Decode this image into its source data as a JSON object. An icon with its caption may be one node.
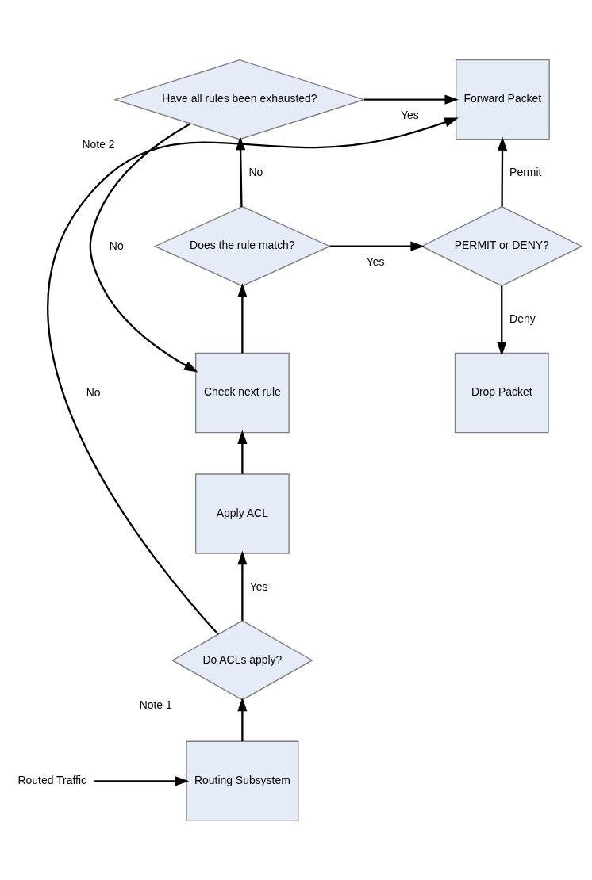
{
  "diagram": {
    "nodes": [
      {
        "text": [
          "Have all rules been exhausted?"
        ],
        "beside": [
          "Note 2"
        ]
      },
      {
        "text": [
          "Forward Packet"
        ]
      },
      {
        "text": [
          "Does the rule match?"
        ]
      },
      {
        "text": [
          "PERMIT or DENY?"
        ]
      },
      {
        "text": [
          "Check next rule"
        ]
      },
      {
        "text": [
          "Drop Packet"
        ]
      },
      {
        "text": [
          "Apply ACL"
        ]
      },
      {
        "text": [
          "Do ACLs apply?"
        ],
        "beside": [
          "Note 1"
        ]
      },
      {
        "text": [
          "Routing Subsystem"
        ]
      },
      {
        "text": [
          "Routed Traffic"
        ]
      }
    ],
    "edges": [
      {
        "from": 0,
        "to": 4,
        "arrow": "to",
        "label": "No"
      },
      {
        "from": 0,
        "to": 1,
        "arrow": "to",
        "label": "Yes"
      },
      {
        "from": 2,
        "to": 0,
        "arrow": "to",
        "label": "No"
      },
      {
        "from": 2,
        "to": 3,
        "arrow": "to",
        "label": "Yes"
      },
      {
        "from": 3,
        "to": 1,
        "arrow": "to",
        "label": "Permit"
      },
      {
        "from": 3,
        "to": 5,
        "arrow": "to",
        "label": "Deny"
      },
      {
        "from": 4,
        "to": 2,
        "arrow": "to"
      },
      {
        "from": 6,
        "to": 4,
        "arrow": "to"
      },
      {
        "from": 7,
        "to": 6,
        "arrow": "to",
        "label": "Yes"
      },
      {
        "from": 7,
        "to": 1,
        "arrow": "to",
        "label": "No"
      },
      {
        "from": 8,
        "to": 7,
        "arrow": "to"
      },
      {
        "from": 9,
        "to": 8,
        "arrow": "to"
      }
    ]
  }
}
